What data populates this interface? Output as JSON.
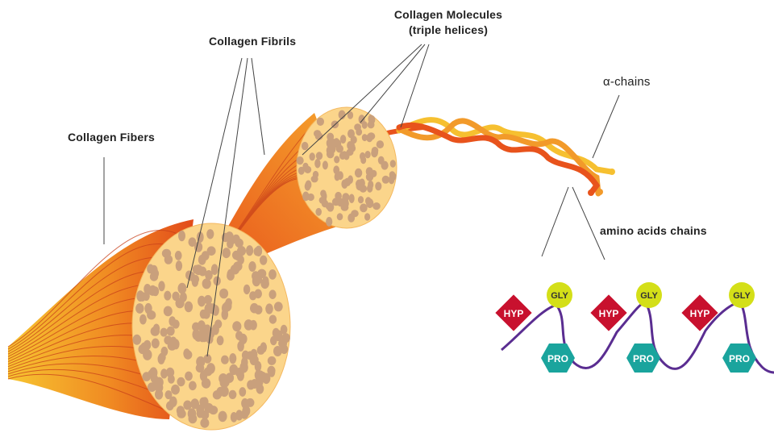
{
  "labels": {
    "fibers": "Collagen Fibers",
    "fibrils": "Collagen Fibrils",
    "molecules_line1": "Collagen Molecules",
    "molecules_line2": "(triple helices)",
    "alpha_chains": "α-chains",
    "amino_chains": "amino acids chains"
  },
  "residues": {
    "hyp": "HYP",
    "gly": "GLY",
    "pro": "PRO"
  },
  "colors": {
    "fiber_orange": "#e8531c",
    "fiber_yellow": "#f7c531",
    "cross_section": "#fbd58b",
    "fibril_dot": "#c9a07c",
    "hyp": "#c8112e",
    "gly": "#d4df18",
    "pro": "#1aa49d",
    "backbone": "#5a2d91"
  }
}
